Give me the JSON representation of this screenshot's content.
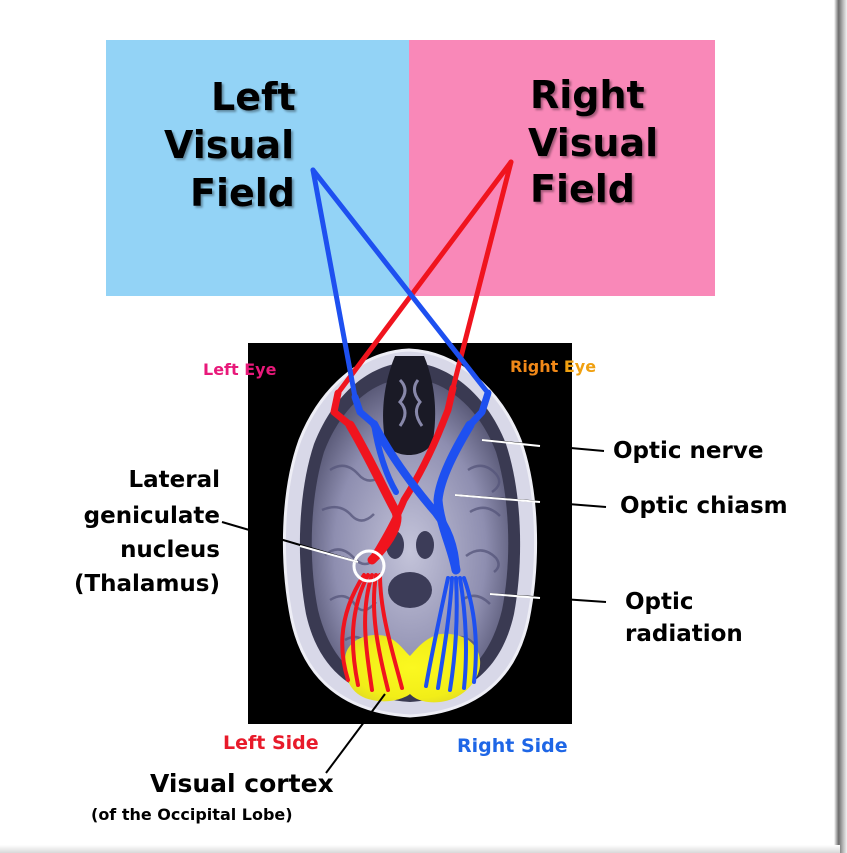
{
  "fields": {
    "left": {
      "line1": "Left",
      "line2": "Visual",
      "line3": "Field"
    },
    "right": {
      "line1": "Right",
      "line2": "Visual",
      "line3": "Field"
    }
  },
  "eyes": {
    "left_word1": "Left",
    "left_word2": "Eye",
    "right_word1": "Right",
    "right_word2": "Eye"
  },
  "labels": {
    "optic_nerve": "Optic nerve",
    "optic_chiasm": "Optic chiasm",
    "optic_radiation_line1": "Optic",
    "optic_radiation_line2": "radiation",
    "lgn_line1": "Lateral",
    "lgn_line2": "geniculate",
    "lgn_line3": "nucleus",
    "lgn_line4": "(Thalamus)",
    "visual_cortex": "Visual cortex",
    "visual_cortex_sub": "(of the Occipital Lobe)"
  },
  "sides": {
    "left": "Left Side",
    "right": "Right Side"
  },
  "colors": {
    "left_field_bg": "#93d3f6",
    "right_field_bg": "#f988b8",
    "red_pathway": "#f0141e",
    "blue_pathway": "#1e50f0",
    "cortex_yellow": "#f2ee18",
    "left_eye_word1": "#e8197a",
    "left_eye_word2": "#e8197a",
    "right_eye_word1": "#f08818",
    "right_eye_word2": "#f0a010",
    "left_side_text": "#e81a2a",
    "right_side_text": "#1e66e6"
  }
}
